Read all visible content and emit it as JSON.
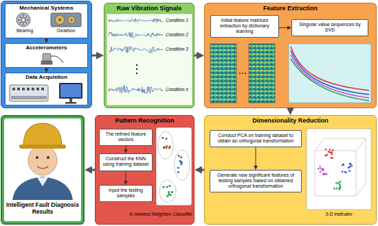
{
  "diagram": {
    "nodes": [
      {
        "text": []
      },
      {
        "text": [
          "Mechanical Systems",
          "Bearing",
          "Gearbox"
        ],
        "in": 0
      },
      {
        "text": [
          "Accelerometers"
        ],
        "in": 0
      },
      {
        "text": [
          "Data Acquistion"
        ],
        "in": 0
      },
      {
        "text": [
          "Raw Vibration Signals"
        ]
      },
      {
        "text": [
          "Feature Extraction"
        ]
      },
      {
        "text": [
          "Initial feature matrices extraction by dictionary learning"
        ],
        "in": 5
      },
      {
        "text": [
          "Singular value sequences by SVD"
        ],
        "in": 5
      },
      {
        "text": [
          "Intelligent Fault Diagnosis Results"
        ]
      },
      {
        "text": [
          "Pattern Recognition"
        ]
      },
      {
        "text": [
          "The refined feature vectors"
        ],
        "in": 9
      },
      {
        "text": [
          "Construct the KNN using training dataset"
        ],
        "in": 9
      },
      {
        "text": [
          "Input the testing samples"
        ],
        "in": 9
      },
      {
        "text": [
          "Dimensionality Reduction"
        ]
      },
      {
        "text": [
          "Conduct PCA on training dataset to obtain an orthogonal transformation"
        ],
        "in": 13
      },
      {
        "text": [
          "Generate new significant features of testing samples based on obtained orthogonal transformation"
        ],
        "in": 13
      }
    ],
    "edges": [
      {
        "from": 1,
        "to": 2,
        "arrow": "to"
      },
      {
        "from": 2,
        "to": 3,
        "arrow": "to"
      },
      {
        "from": 0,
        "to": 4,
        "arrow": "to"
      },
      {
        "from": 4,
        "to": 5,
        "arrow": "to"
      },
      {
        "from": 6,
        "to": 7,
        "arrow": "to"
      },
      {
        "from": 5,
        "to": 13,
        "arrow": "to"
      },
      {
        "from": 14,
        "to": 15,
        "arrow": "to"
      },
      {
        "from": 13,
        "to": 9,
        "arrow": "to"
      },
      {
        "from": 10,
        "to": 11,
        "arrow": "to"
      },
      {
        "from": 11,
        "to": 12,
        "arrow": "to"
      },
      {
        "from": 9,
        "to": 8,
        "arrow": "to"
      }
    ],
    "labels": [
      "Condition 1",
      "Condition 2",
      "Condition 3",
      "Condition n",
      "K-nearest Neighbor Classifier",
      "3-D indicator"
    ]
  }
}
